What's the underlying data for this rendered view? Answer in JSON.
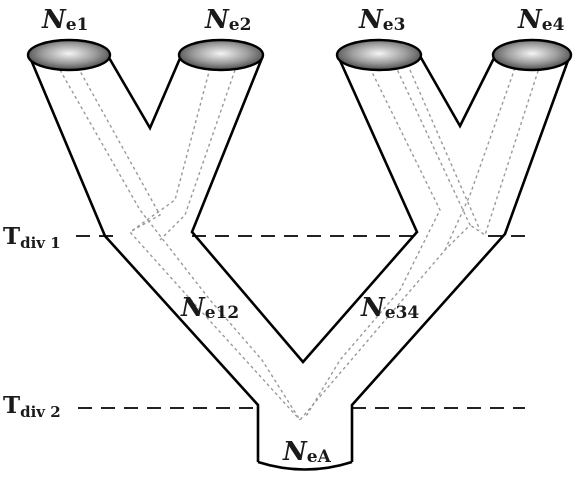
{
  "diagram": {
    "populations": [
      {
        "id": "e1",
        "base": "N",
        "sub": "e1"
      },
      {
        "id": "e2",
        "base": "N",
        "sub": "e2"
      },
      {
        "id": "e3",
        "base": "N",
        "sub": "e3"
      },
      {
        "id": "e4",
        "base": "N",
        "sub": "e4"
      },
      {
        "id": "e12",
        "base": "N",
        "sub": "e12"
      },
      {
        "id": "e34",
        "base": "N",
        "sub": "e34"
      },
      {
        "id": "eA",
        "base": "N",
        "sub": "eA"
      }
    ],
    "times": [
      {
        "id": "div1",
        "main": "T",
        "sub": "div 1"
      },
      {
        "id": "div2",
        "main": "T",
        "sub": "div 2"
      }
    ]
  }
}
